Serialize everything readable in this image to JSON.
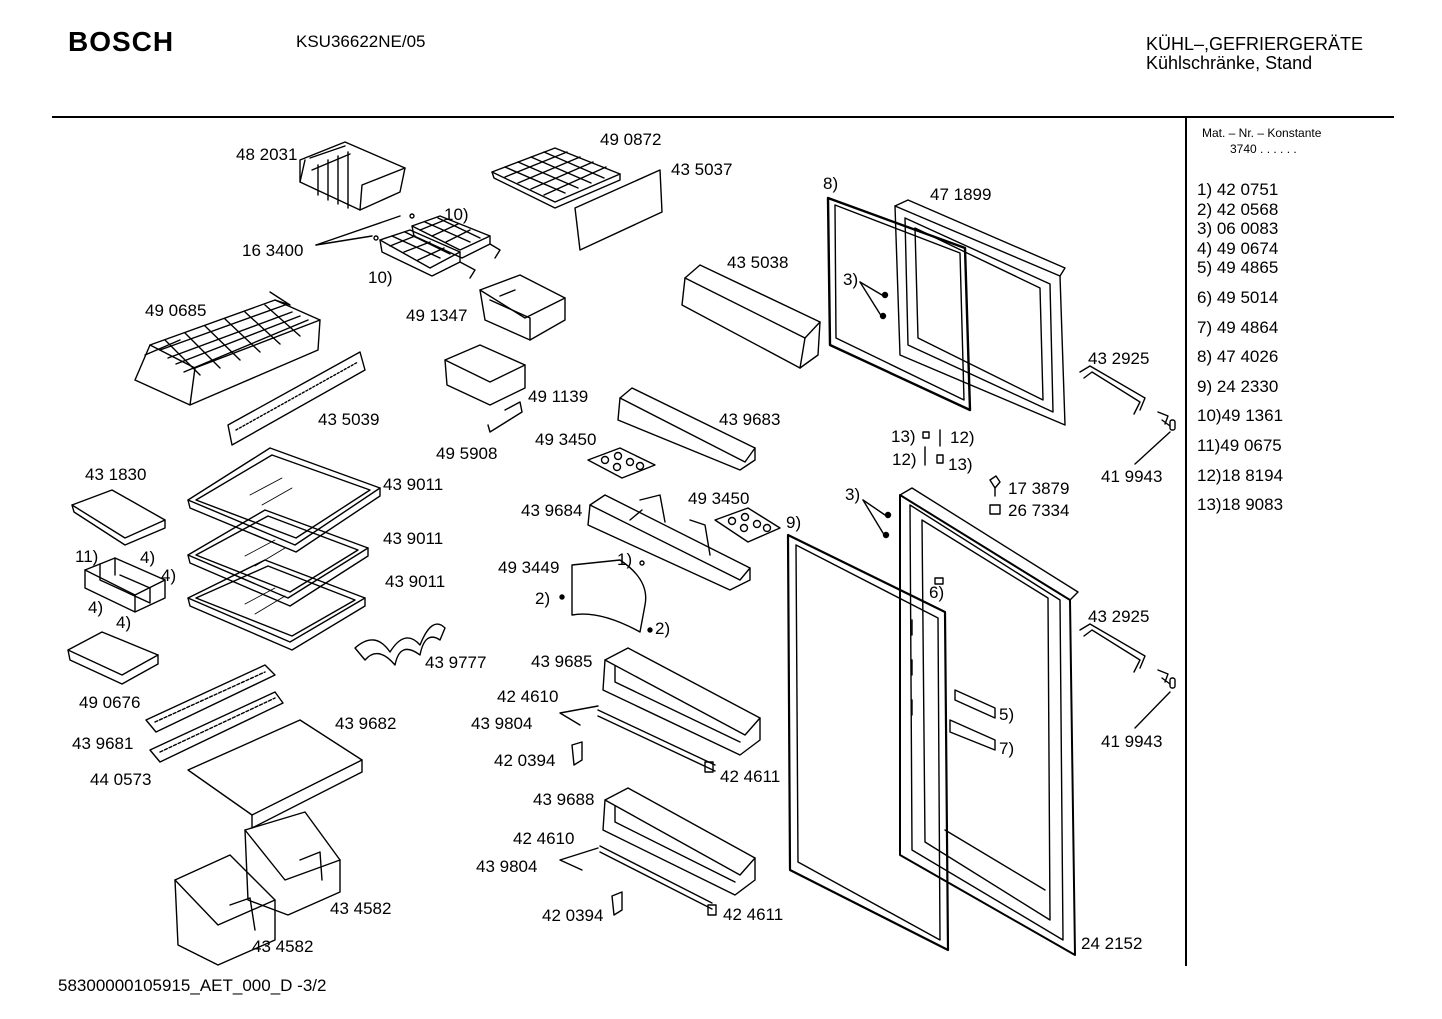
{
  "header": {
    "brand": "BOSCH",
    "model": "KSU36622NE/05",
    "category_line1": "KÜHL–,GEFRIERGERÄTE",
    "category_line2": "Kühlschränke, Stand"
  },
  "sidebar": {
    "mat_header": "Mat. – Nr. – Konstante",
    "mat_value": "3740 .   .  .  .  .  .",
    "legend": [
      "1)  42 0751",
      "2)  42 0568",
      "3)  06 0083",
      "4)  49 0674",
      "5)  49 4865",
      "6)  49 5014",
      "7)  49 4864",
      "8)  47 4026",
      "9)  24 2330",
      "10)49 1361",
      "11)49 0675",
      "12)18 8194",
      "13)18 9083"
    ]
  },
  "footer": "58300000105915_AET_000_D -3/2",
  "callouts": {
    "c482031": "48 2031",
    "c163400": "16 3400",
    "c10a": "10)",
    "c10b": "10)",
    "c490872": "49 0872",
    "c435037": "43 5037",
    "c490685": "49 0685",
    "c491347": "49 1347",
    "c435038": "43 5038",
    "c8": "8)",
    "c471899": "47 1899",
    "c3a": "3)",
    "c432925a": "43 2925",
    "c435039": "43 5039",
    "c491139": "49 1139",
    "c495908": "49 5908",
    "c439683": "43 9683",
    "c493450a": "49 3450",
    "c13a": "13)",
    "c12a": "12)",
    "c12b": "12)",
    "c13b": "13)",
    "c419943a": "41 9943",
    "c431830": "43 1830",
    "c439011a": "43 9011",
    "c173879": "17 3879",
    "c267334": "26 7334",
    "c3b": "3)",
    "c493450b": "49 3450",
    "c439684": "43 9684",
    "c9": "9)",
    "c439011b": "43 9011",
    "c11": "11)",
    "c4a": "4)",
    "c4b": "4)",
    "c4c": "4)",
    "c4d": "4)",
    "c439011c": "43 9011",
    "c493449": "49 3449",
    "c1": "1)",
    "c2a": "2)",
    "c2b": "2)",
    "c6": "6)",
    "c432925b": "43 2925",
    "c439777": "43 9777",
    "c439685": "43 9685",
    "c490676": "49 0676",
    "c424610a": "42 4610",
    "c439804a": "43 9804",
    "c439681": "43 9681",
    "c439682": "43 9682",
    "c5": "5)",
    "c7": "7)",
    "c419943b": "41 9943",
    "c420394a": "42 0394",
    "c424611a": "42 4611",
    "c440573": "44 0573",
    "c439688": "43 9688",
    "c424610b": "42 4610",
    "c439804b": "43 9804",
    "c434582a": "43 4582",
    "c420394b": "42 0394",
    "c424611b": "42 4611",
    "c434582b": "43 4582",
    "c242152": "24 2152"
  }
}
